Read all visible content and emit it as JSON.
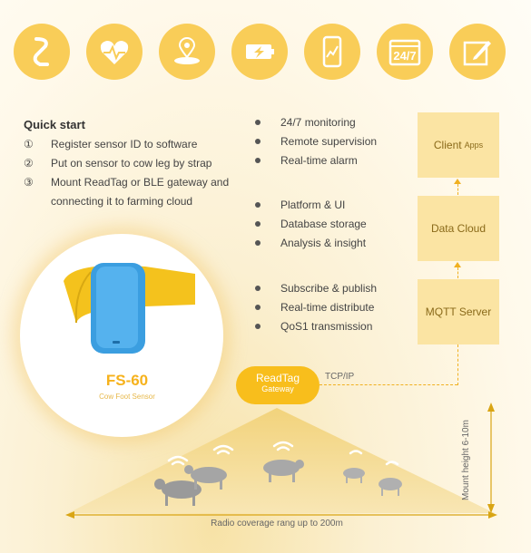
{
  "icons": [
    {
      "name": "strap-icon"
    },
    {
      "name": "heart-pulse-icon"
    },
    {
      "name": "location-pin-icon"
    },
    {
      "name": "battery-icon"
    },
    {
      "name": "smartphone-chart-icon"
    },
    {
      "name": "calendar-24-7-icon",
      "label": "24/7"
    },
    {
      "name": "edit-note-icon"
    }
  ],
  "quick_start": {
    "title": "Quick start",
    "steps": [
      {
        "num": "①",
        "text": "Register sensor ID to software"
      },
      {
        "num": "②",
        "text": "Put on sensor to cow leg by strap"
      },
      {
        "num": "③",
        "text": "Mount ReadTag or BLE gateway and"
      },
      {
        "num": "",
        "text": "connecting it to farming cloud"
      }
    ]
  },
  "feature_groups": [
    [
      "24/7 monitoring",
      "Remote supervision",
      "Real-time alarm"
    ],
    [
      "Platform & UI",
      "Database storage",
      "Analysis & insight"
    ],
    [
      "Subscribe & publish",
      "Real-time distribute",
      "QoS1 transmission"
    ]
  ],
  "stack": {
    "client": "Client",
    "client_small": "Apps",
    "cloud": "Data Cloud",
    "mqtt": "MQTT Server"
  },
  "product": {
    "name": "FS-60",
    "subtitle": "Cow Foot Sensor"
  },
  "gateway": {
    "name": "ReadTag",
    "sub": "Gateway"
  },
  "tcp_label": "TCP/IP",
  "mount_label": "Mount height 6-10m",
  "radio_label": "Radio coverage rang up to 200m",
  "colors": {
    "accent": "#f8be1c",
    "icon_bg": "#f9cd58",
    "box_bg": "#fbe4a3"
  }
}
